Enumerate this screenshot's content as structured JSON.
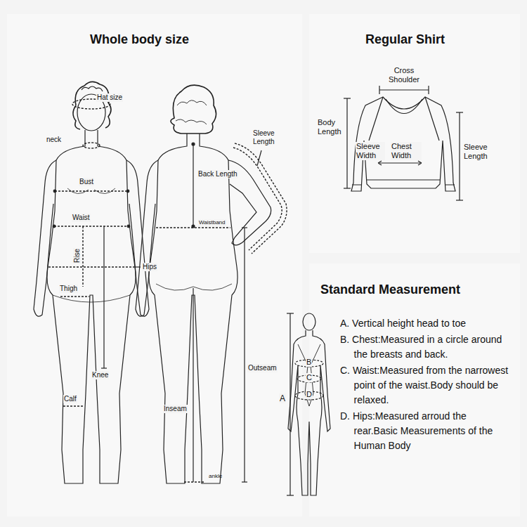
{
  "diagram": {
    "labels": [
      "Whole body size",
      "Hat size",
      "neck",
      "Bust",
      "Waist",
      "Rise",
      "Hips",
      "Thigh",
      "Knee",
      "Calf",
      "Back Length",
      "Sleeve Length",
      "Waistband",
      "Outseam",
      "Inseam",
      "ankle",
      "Regular Shirt",
      "Cross Shoulder",
      "Body Length",
      "Sleeve Width",
      "Chest Width",
      "Sleeve Length",
      "Standard Measurement",
      "B",
      "C",
      "A",
      "D",
      "A. Vertical height head to toe",
      "B. Chest:Measured in a circle around the breasts and back.",
      "C. Waist:Measured from the narrowest point of the waist.Body should be relaxed.",
      "D. Hips:Measured arroud the rear.Basic Measurements of the Human Body"
    ]
  }
}
